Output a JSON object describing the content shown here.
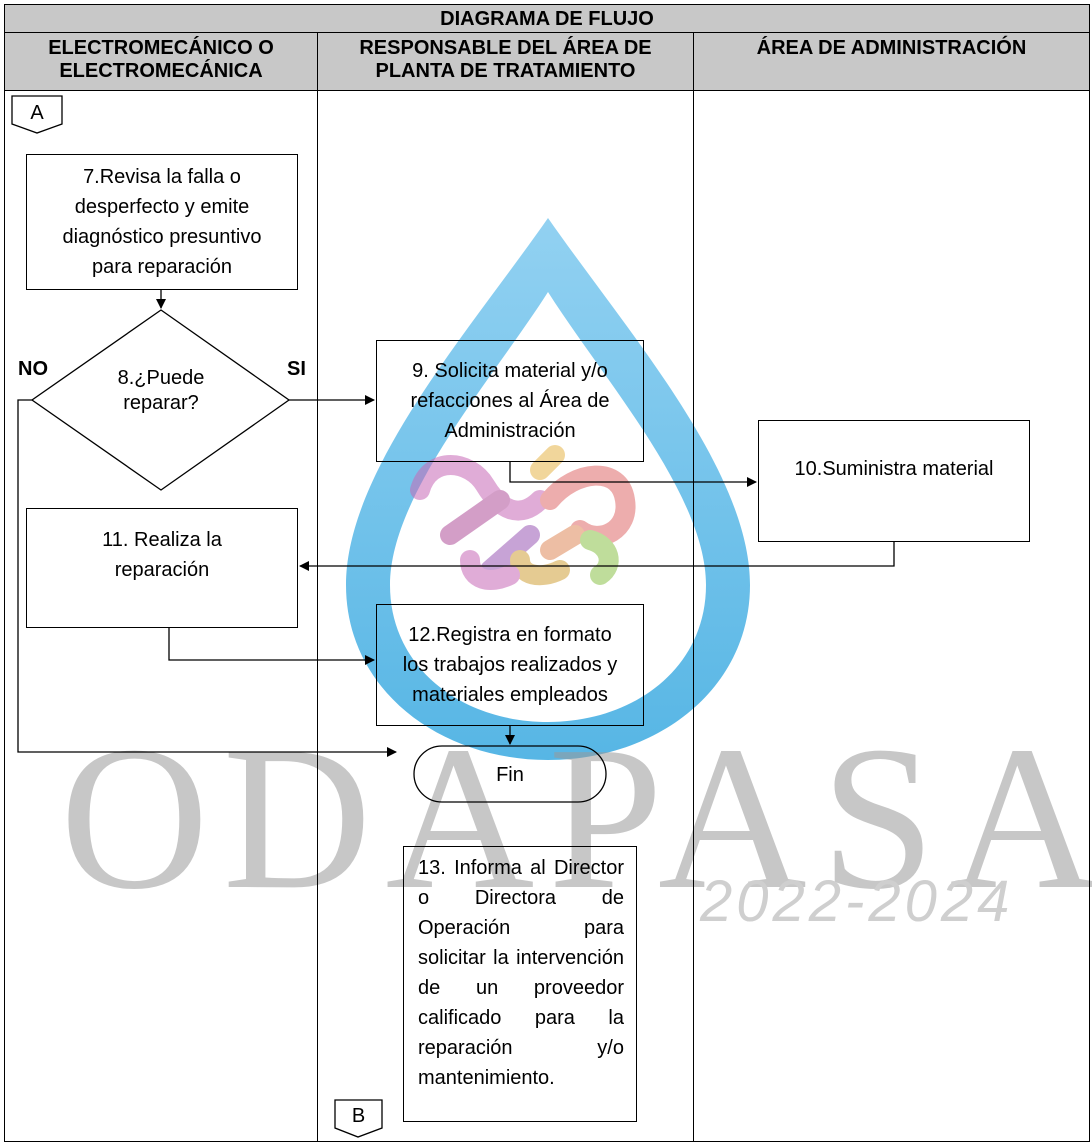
{
  "title": "DIAGRAMA DE FLUJO",
  "columns": [
    "ELECTROMECÁNICO O ELECTROMECÁNICA",
    "RESPONSABLE DEL ÁREA DE PLANTA DE TRATAMIENTO",
    "ÁREA DE ADMINISTRACIÓN"
  ],
  "connectors": {
    "start": "A",
    "end": "B"
  },
  "steps": {
    "s7": "7.Revisa la falla o desperfecto y emite diagnóstico presuntivo para reparación",
    "s8": "8.¿Puede reparar?",
    "s9": "9. Solicita material y/o refacciones al Área de Administración",
    "s10": "10.Suministra material",
    "s11": "11. Realiza la reparación",
    "s12": "12.Registra en formato los trabajos realizados y materiales empleados",
    "end": "Fin",
    "s13": "13. Informa al Director o Directora de Operación para solicitar la intervención de un proveedor calificado para la reparación y/o mantenimiento."
  },
  "decision_labels": {
    "no": "NO",
    "yes": "SI"
  },
  "watermark": {
    "text": "ODAPASA",
    "year": "2022-2024"
  },
  "colors": {
    "header_fill": "#c8c8c8",
    "drop_blue": "#39a9e0"
  }
}
